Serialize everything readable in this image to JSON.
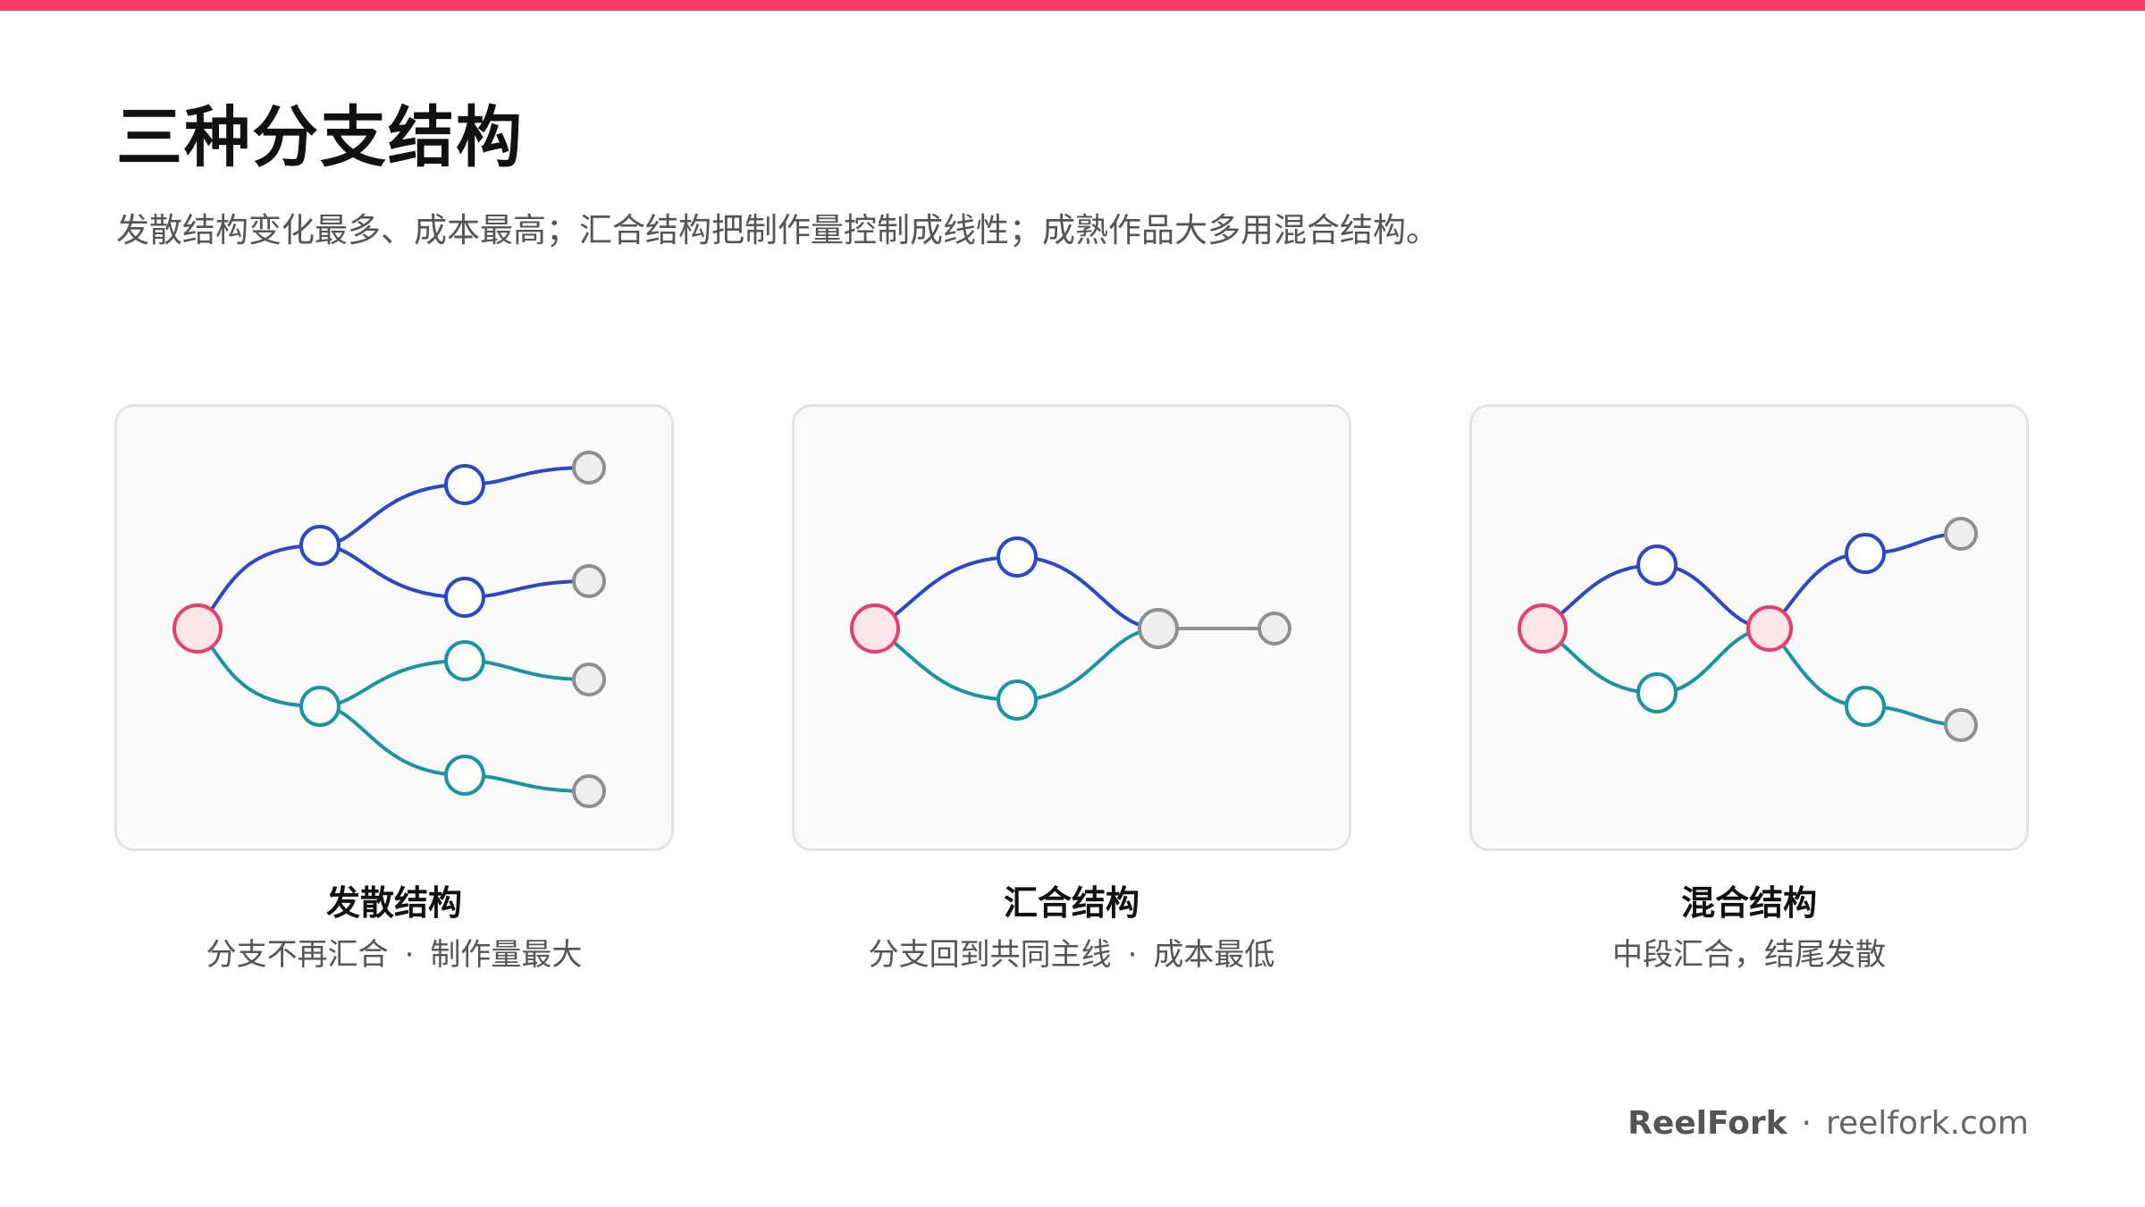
{
  "colors": {
    "accent": "#ff3a6b",
    "start_fill": "#fde6ea",
    "start_stroke": "#e83e6c",
    "blue": "#2a48c8",
    "teal": "#1a93a8",
    "gray": "#8f8f8f",
    "gray_fill": "#eeeeee"
  },
  "header": {
    "title": "三种分支结构",
    "subtitle": "发散结构变化最多、成本最高；汇合结构把制作量控制成线性；成熟作品大多用混合结构。"
  },
  "cards": [
    {
      "title": "发散结构",
      "desc_parts": [
        "分支不再汇合",
        "制作量最大"
      ]
    },
    {
      "title": "汇合结构",
      "desc_parts": [
        "分支回到共同主线",
        "成本最低"
      ]
    },
    {
      "title": "混合结构",
      "desc_parts": [
        "中段汇合，结尾发散"
      ]
    }
  ],
  "separator": "·",
  "footer": {
    "brand": "ReelFork",
    "separator": "·",
    "url": "reelfork.com"
  }
}
